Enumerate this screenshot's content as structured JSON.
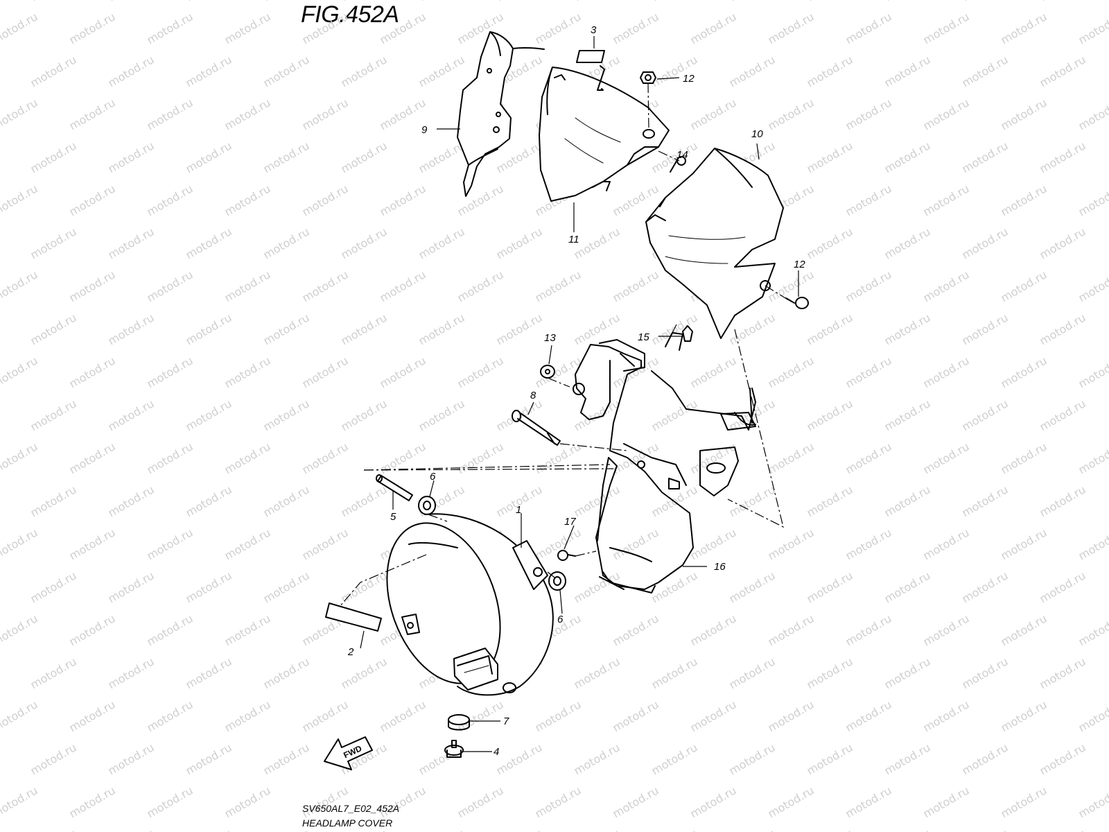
{
  "figure": {
    "title": "FIG.452A",
    "code": "SV650AL7_E02_452A",
    "name": "HEADLAMP COVER"
  },
  "watermark": {
    "text": "motod.ru"
  },
  "arrow": {
    "label": "FWD",
    "icon": "fwd-arrow-icon"
  },
  "callouts": [
    {
      "id": "c1",
      "label": "1"
    },
    {
      "id": "c2",
      "label": "2"
    },
    {
      "id": "c3",
      "label": "3"
    },
    {
      "id": "c4",
      "label": "4"
    },
    {
      "id": "c5",
      "label": "5"
    },
    {
      "id": "c6a",
      "label": "6"
    },
    {
      "id": "c6b",
      "label": "6"
    },
    {
      "id": "c7",
      "label": "7"
    },
    {
      "id": "c8",
      "label": "8"
    },
    {
      "id": "c9",
      "label": "9"
    },
    {
      "id": "c10",
      "label": "10"
    },
    {
      "id": "c11",
      "label": "11"
    },
    {
      "id": "c12a",
      "label": "12"
    },
    {
      "id": "c12b",
      "label": "12"
    },
    {
      "id": "c13",
      "label": "13"
    },
    {
      "id": "c14",
      "label": "14"
    },
    {
      "id": "c15",
      "label": "15"
    },
    {
      "id": "c16",
      "label": "16"
    },
    {
      "id": "c17",
      "label": "17"
    }
  ],
  "colors": {
    "line": "#000000",
    "watermark": "#cfcfcf",
    "background": "#ffffff"
  }
}
